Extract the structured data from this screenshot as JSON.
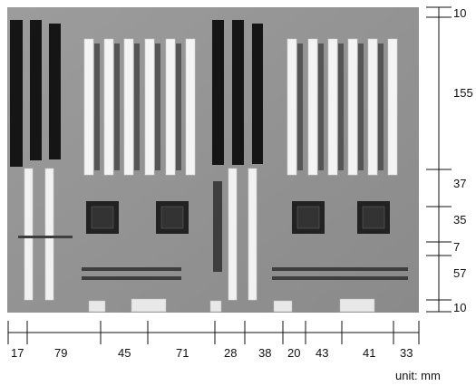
{
  "diagram": {
    "vertical_dimensions": [
      "10",
      "155",
      "37",
      "35",
      "7",
      "57",
      "10"
    ],
    "horizontal_dimensions": [
      "17",
      "79",
      "45",
      "71",
      "28",
      "38",
      "20",
      "43",
      "41",
      "33"
    ],
    "unit": "unit: mm"
  }
}
